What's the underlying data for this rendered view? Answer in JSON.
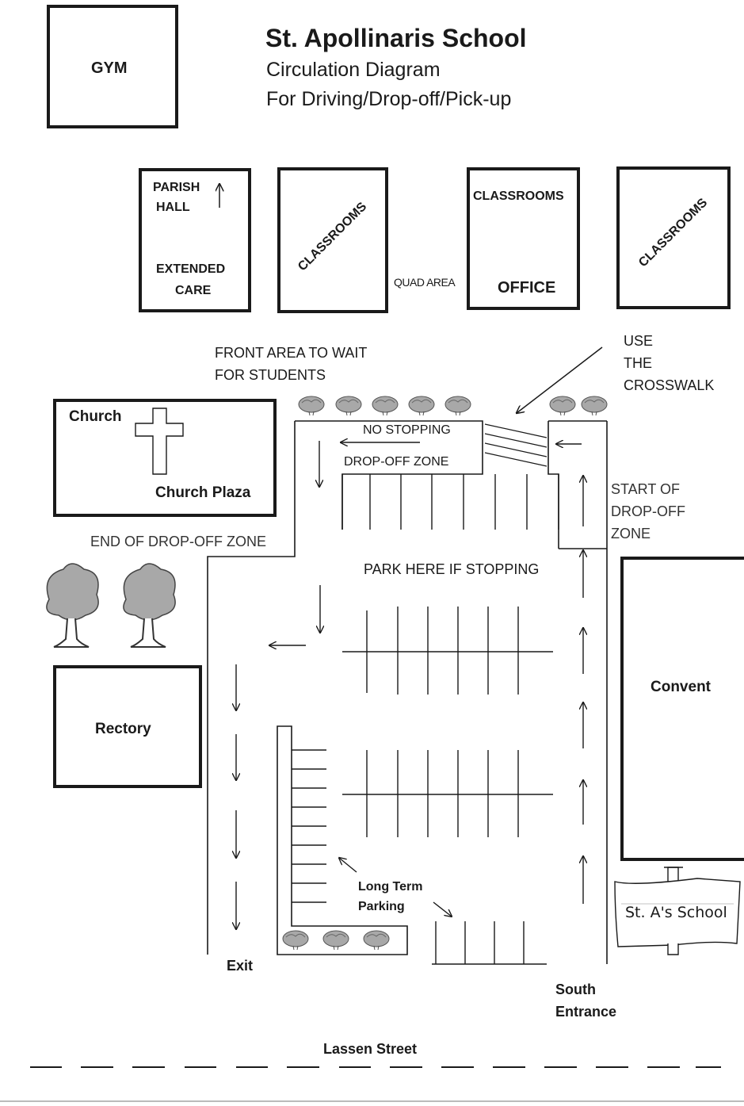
{
  "title": {
    "main": "St. Apollinaris School",
    "line1": "Circulation Diagram",
    "line2": "For Driving/Drop-off/Pick-up"
  },
  "buildings": {
    "gym": "GYM",
    "parish_hall_1": "PARISH",
    "parish_hall_2": "HALL",
    "extended_care_1": "EXTENDED",
    "extended_care_2": "CARE",
    "classrooms_left": "CLASSROOMS",
    "classrooms_center": "CLASSROOMS",
    "office": "OFFICE",
    "classrooms_right": "CLASSROOMS",
    "church": "Church",
    "church_plaza": "Church Plaza",
    "rectory": "Rectory",
    "convent": "Convent"
  },
  "areas": {
    "quad": "QUAD AREA",
    "front_wait_1": "FRONT AREA TO WAIT",
    "front_wait_2": "FOR STUDENTS",
    "crosswalk_1": "USE",
    "crosswalk_2": "THE",
    "crosswalk_3": "CROSSWALK",
    "no_stopping": "NO STOPPING",
    "drop_off_zone": "DROP-OFF ZONE",
    "start_dropoff_1": "START OF",
    "start_dropoff_2": "DROP-OFF",
    "start_dropoff_3": "ZONE",
    "end_dropoff": "END OF DROP-OFF ZONE",
    "park_here": "PARK HERE IF STOPPING",
    "long_term_1": "Long Term",
    "long_term_2": "Parking",
    "exit": "Exit",
    "south_entrance_1": "South",
    "south_entrance_2": "Entrance",
    "street": "Lassen Street",
    "sign": "St. A's School"
  },
  "icons": [
    "tree-icon",
    "shrub-icon",
    "cross-icon",
    "arrow-icon",
    "sign-icon"
  ],
  "colors": {
    "ink": "#1a1a1a",
    "foliage": "#9a9a9a",
    "paper": "#ffffff"
  }
}
